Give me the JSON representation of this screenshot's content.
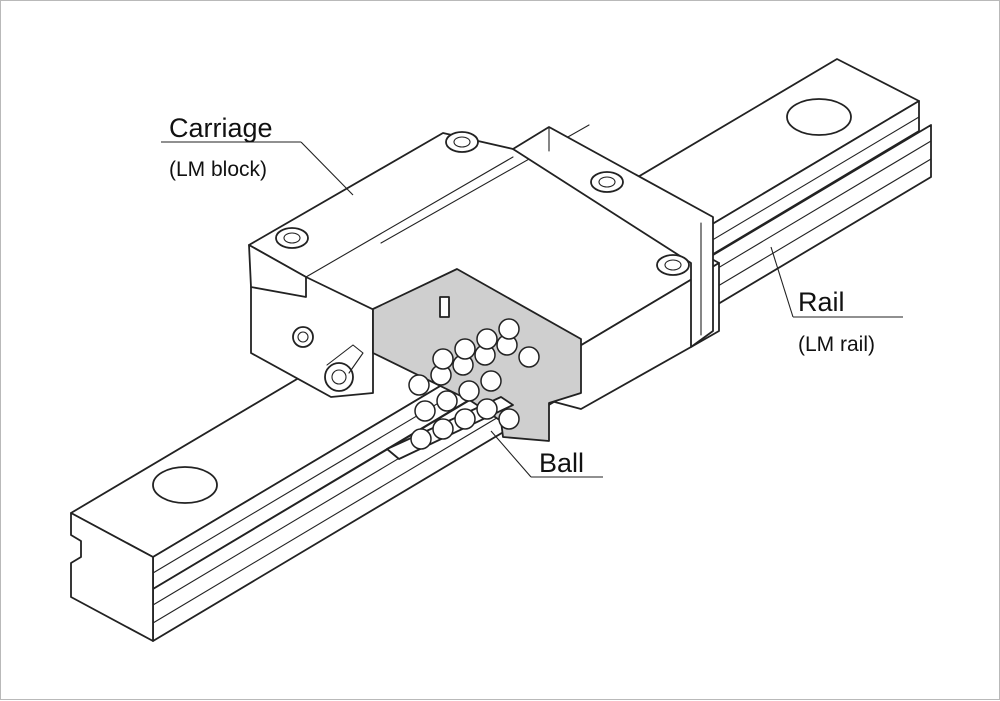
{
  "labels": {
    "carriage": {
      "title": "Carriage",
      "subtitle": "(LM block)"
    },
    "rail": {
      "title": "Rail",
      "subtitle": "(LM rail)"
    },
    "ball": {
      "title": "Ball"
    }
  }
}
